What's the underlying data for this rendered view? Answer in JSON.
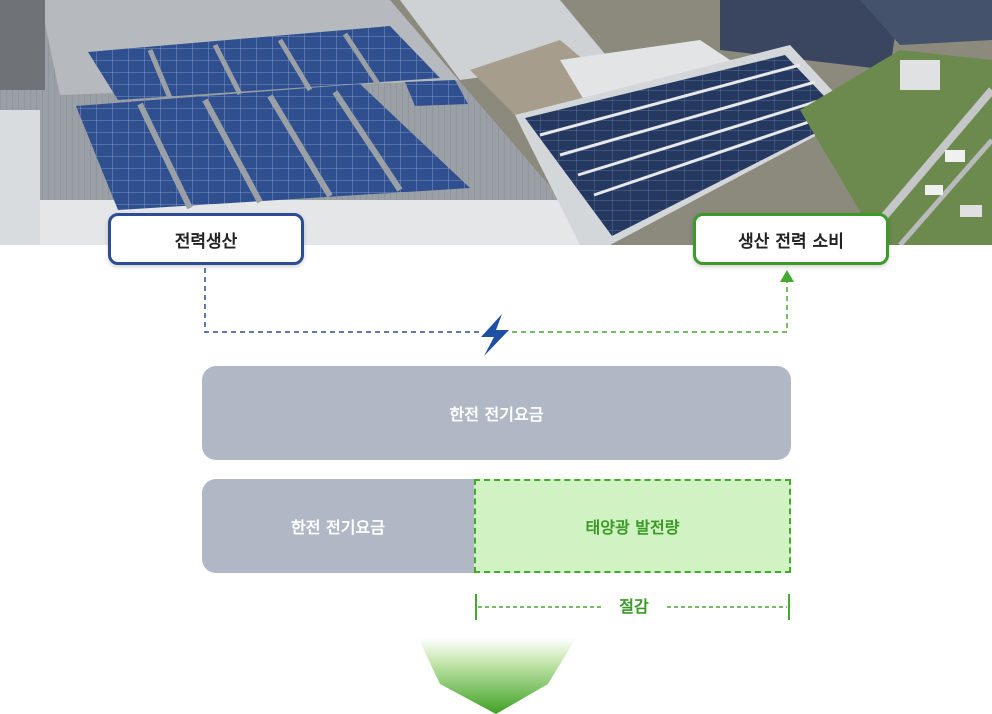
{
  "labels": {
    "production": "전력생산",
    "consumption": "생산 전력 소비"
  },
  "bills": {
    "top": "한전 전기요금",
    "bottom_left": "한전 전기요금",
    "solar": "태양광 발전량"
  },
  "saving": "절감",
  "colors": {
    "production_border": "#2c4d92",
    "consumption_border": "#3d9a2a",
    "bill_gray": "#b0b8c6",
    "solar_fill": "#d1f3c4",
    "solar_green": "#43aa2e"
  },
  "icons": {
    "lightning": "lightning-bolt-icon",
    "down_arrow": "down-arrow-icon"
  }
}
